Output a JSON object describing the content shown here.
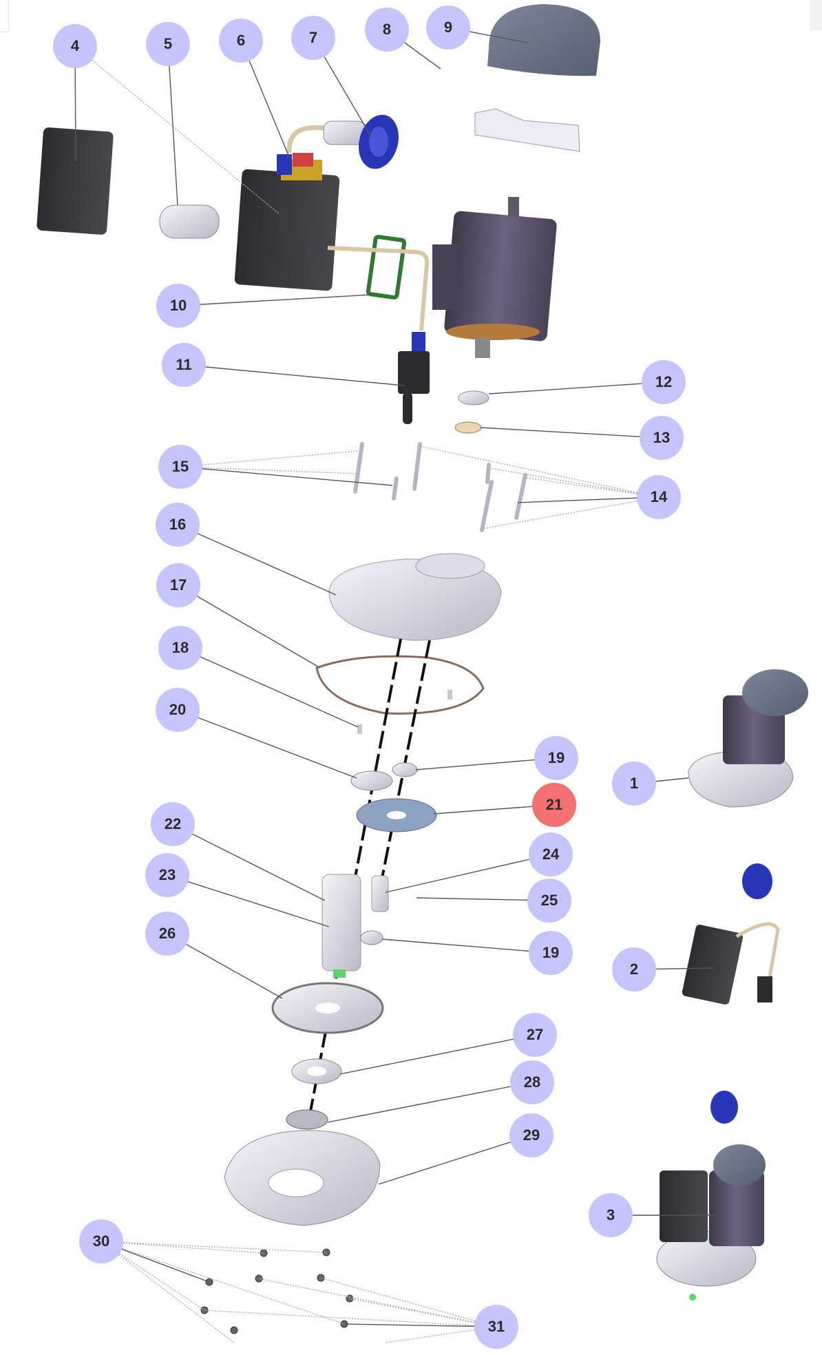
{
  "diagram": {
    "title": "Exploded parts diagram",
    "colors": {
      "bubble": "#c5c5fc",
      "bubble_highlight": "#f37070",
      "bubble_text": "#2b2b2b",
      "leader": "#555555",
      "dark_part": "#3a3a40",
      "metal_part": "#d6d6e0",
      "motor_body": "#5a4f66",
      "blue_part": "#2a36b8",
      "gasket_green": "#2f7a2f",
      "cover_blue_grey": "#6b7689"
    },
    "callouts": [
      {
        "id": "4",
        "label": "4",
        "highlight": false
      },
      {
        "id": "5",
        "label": "5",
        "highlight": false
      },
      {
        "id": "6",
        "label": "6",
        "highlight": false
      },
      {
        "id": "7",
        "label": "7",
        "highlight": false
      },
      {
        "id": "8",
        "label": "8",
        "highlight": false
      },
      {
        "id": "9",
        "label": "9",
        "highlight": false
      },
      {
        "id": "10",
        "label": "10",
        "highlight": false
      },
      {
        "id": "11",
        "label": "11",
        "highlight": false
      },
      {
        "id": "12",
        "label": "12",
        "highlight": false
      },
      {
        "id": "13",
        "label": "13",
        "highlight": false
      },
      {
        "id": "14",
        "label": "14",
        "highlight": false
      },
      {
        "id": "15",
        "label": "15",
        "highlight": false
      },
      {
        "id": "16",
        "label": "16",
        "highlight": false
      },
      {
        "id": "17",
        "label": "17",
        "highlight": false
      },
      {
        "id": "18",
        "label": "18",
        "highlight": false
      },
      {
        "id": "20",
        "label": "20",
        "highlight": false
      },
      {
        "id": "19a",
        "label": "19",
        "highlight": false
      },
      {
        "id": "21",
        "label": "21",
        "highlight": true
      },
      {
        "id": "1",
        "label": "1",
        "highlight": false
      },
      {
        "id": "22",
        "label": "22",
        "highlight": false
      },
      {
        "id": "24",
        "label": "24",
        "highlight": false
      },
      {
        "id": "23",
        "label": "23",
        "highlight": false
      },
      {
        "id": "25",
        "label": "25",
        "highlight": false
      },
      {
        "id": "26",
        "label": "26",
        "highlight": false
      },
      {
        "id": "19b",
        "label": "19",
        "highlight": false
      },
      {
        "id": "2",
        "label": "2",
        "highlight": false
      },
      {
        "id": "27",
        "label": "27",
        "highlight": false
      },
      {
        "id": "28",
        "label": "28",
        "highlight": false
      },
      {
        "id": "29",
        "label": "29",
        "highlight": false
      },
      {
        "id": "3",
        "label": "3",
        "highlight": false
      },
      {
        "id": "30",
        "label": "30",
        "highlight": false
      },
      {
        "id": "31",
        "label": "31",
        "highlight": false
      }
    ]
  }
}
